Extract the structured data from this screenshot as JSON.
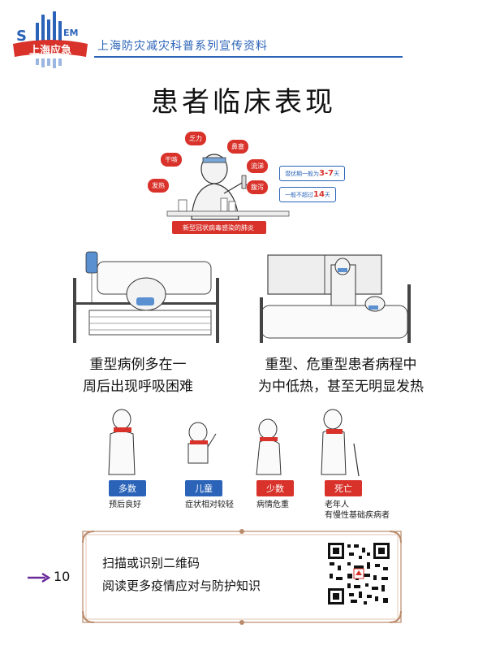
{
  "header": {
    "logo_text": "上海应急",
    "logo_mark_top": "S",
    "logo_mark_em": "EM",
    "title": "上海防灾减灾科普系列宣传资料"
  },
  "page_title": "患者临床表现",
  "symptoms": {
    "tags": [
      "乏力",
      "鼻塞",
      "干咳",
      "流涕",
      "发热",
      "腹泻"
    ],
    "incubation": {
      "line1_prefix": "潜伏期一般为",
      "line1_value": "3-7",
      "line1_suffix": "天",
      "line2_prefix": "一般不超过",
      "line2_value": "14",
      "line2_suffix": "天"
    },
    "banner": "新型冠状病毒感染的肺炎"
  },
  "severe": {
    "left_caption": [
      "重型病例多在一",
      "周后出现呼吸困难"
    ],
    "right_caption": [
      "重型、危重型患者病程中",
      "为中低热，甚至无明显发热"
    ]
  },
  "groups": [
    {
      "badge": "多数",
      "desc": "预后良好",
      "color": "#2a63b8"
    },
    {
      "badge": "儿童",
      "desc": "症状相对较轻",
      "color": "#2a63b8"
    },
    {
      "badge": "少数",
      "desc": "病情危重",
      "color": "#d8322a"
    },
    {
      "badge": "死亡",
      "desc_line1": "老年人",
      "desc_line2": "有慢性基础疾病者",
      "color": "#d8322a"
    }
  ],
  "footer": {
    "page_number": "10",
    "qr_line1": "扫描或识别二维码",
    "qr_line2": "阅读更多疫情应对与防护知识"
  },
  "colors": {
    "accent": "#2a63b8",
    "alert": "#d8322a",
    "arrow": "#6a2a9a"
  }
}
